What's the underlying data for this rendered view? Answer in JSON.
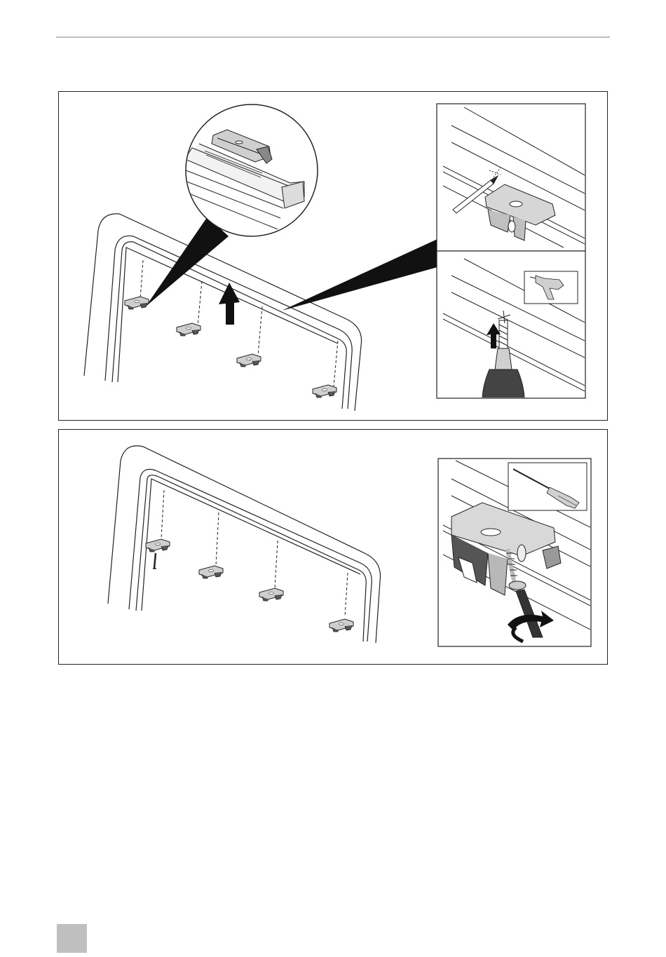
{
  "document": {
    "type": "installation-instructions-page",
    "colors": {
      "line": "#222222",
      "rule": "#bdbdbd",
      "page_marker": "#bfbfbf",
      "part_fill": "#c8c8c8",
      "part_dark": "#555555"
    }
  },
  "figures": [
    {
      "id": "mount-brackets-on-frame",
      "steps": [
        "mark-hole",
        "drill-hole"
      ],
      "icons": [
        "pencil-icon",
        "drill-icon",
        "arrow-up-icon"
      ]
    },
    {
      "id": "screw-brackets-tight",
      "icons": [
        "screwdriver-icon",
        "rotate-arrow-icon",
        "screw-icon"
      ]
    }
  ]
}
